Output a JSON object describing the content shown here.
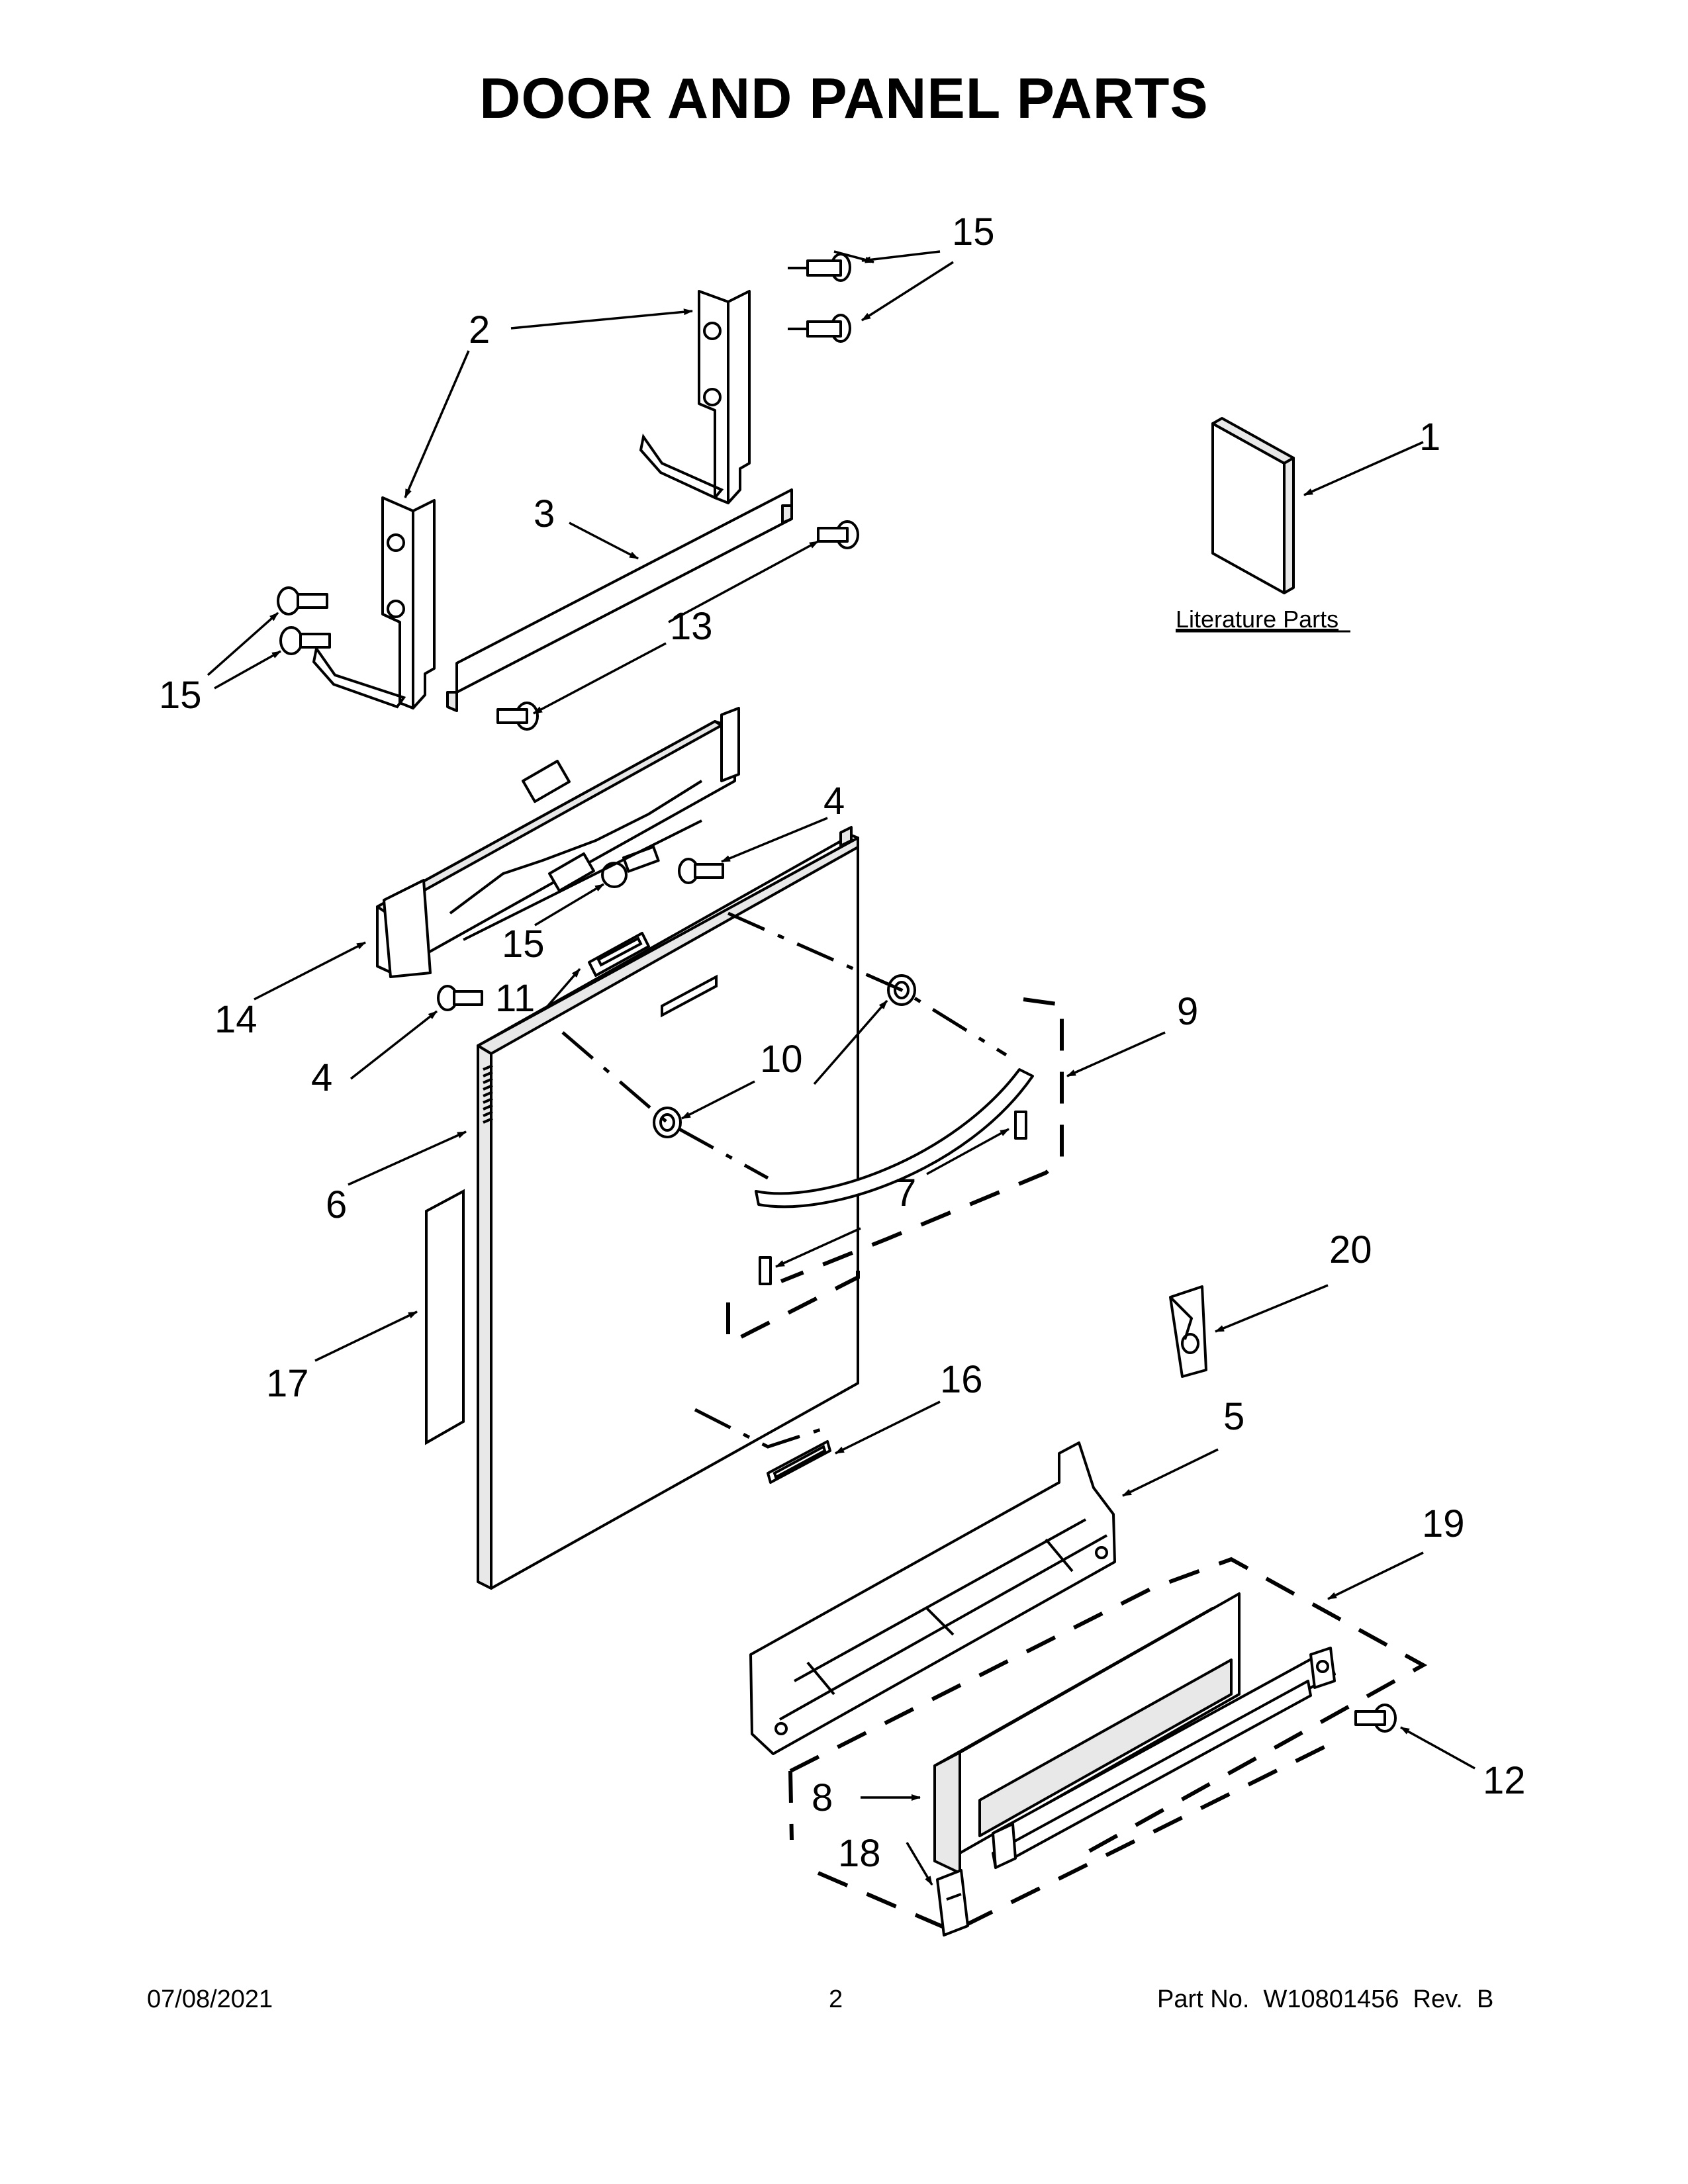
{
  "title": "DOOR AND PANEL PARTS",
  "callouts": {
    "c1": "1",
    "c2": "2",
    "c3": "3",
    "c4a": "4",
    "c4b": "4",
    "c5": "5",
    "c6": "6",
    "c7": "7",
    "c8": "8",
    "c9": "9",
    "c10": "10",
    "c11": "11",
    "c12": "12",
    "c13": "13",
    "c14": "14",
    "c15a": "15",
    "c15b": "15",
    "c15c": "15",
    "c16": "16",
    "c17": "17",
    "c18": "18",
    "c19": "19",
    "c20": "20"
  },
  "literature_label": "Literature Parts",
  "footer": {
    "date": "07/08/2021",
    "page": "2",
    "part": "Part No.  W10801456  Rev.  B"
  }
}
